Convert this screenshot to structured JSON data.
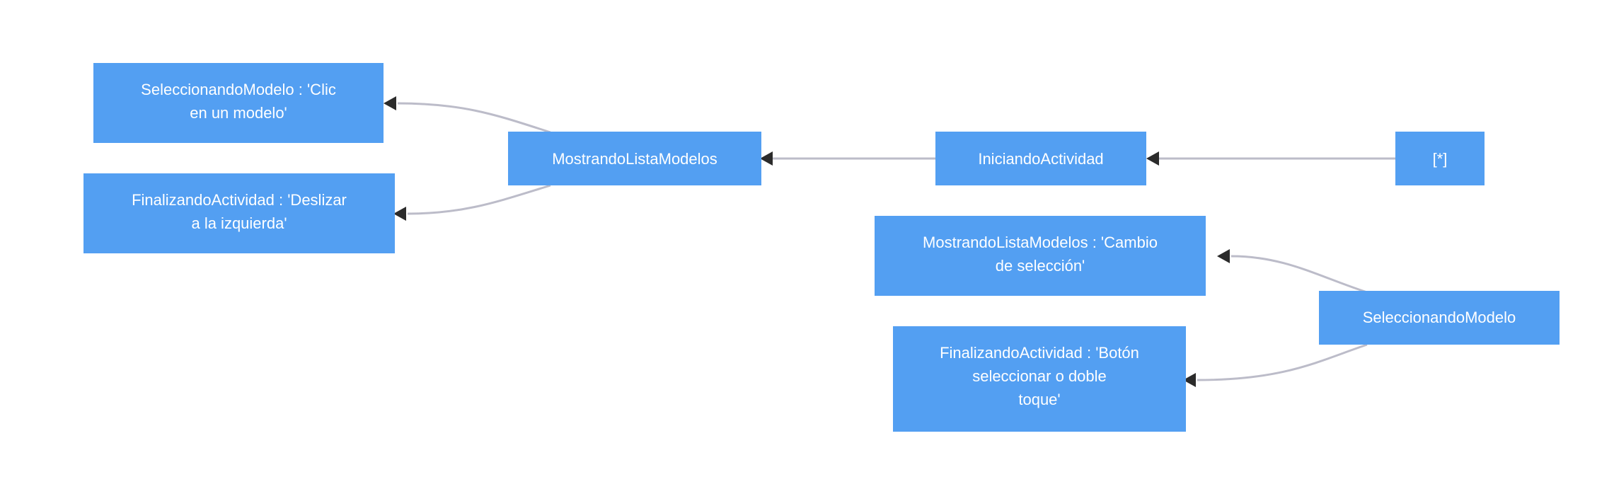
{
  "diagram": {
    "colors": {
      "node_fill": "#539ff2",
      "node_text": "#ffffff",
      "edge": "#bcbcc9",
      "arrowhead": "#2b2b2b",
      "background": "#ffffff"
    },
    "nodes": {
      "start": {
        "lines": [
          "[*]"
        ]
      },
      "iniciando": {
        "lines": [
          "IniciandoActividad"
        ]
      },
      "mostrando": {
        "lines": [
          "MostrandoListaModelos"
        ]
      },
      "sel_clic": {
        "lines": [
          "SeleccionandoModelo : 'Clic",
          "en un modelo'"
        ]
      },
      "fin_deslizar": {
        "lines": [
          "FinalizandoActividad : 'Deslizar",
          "a la izquierda'"
        ]
      },
      "seleccionando": {
        "lines": [
          "SeleccionandoModelo"
        ]
      },
      "mostrando_cambio": {
        "lines": [
          "MostrandoListaModelos : 'Cambio",
          "de selección'"
        ]
      },
      "fin_boton": {
        "lines": [
          "FinalizandoActividad : 'Botón",
          "seleccionar o doble",
          "toque'"
        ]
      }
    },
    "edges": [
      {
        "from": "start",
        "to": "iniciando"
      },
      {
        "from": "iniciando",
        "to": "mostrando"
      },
      {
        "from": "mostrando",
        "to": "sel_clic"
      },
      {
        "from": "mostrando",
        "to": "fin_deslizar"
      },
      {
        "from": "seleccionando",
        "to": "mostrando_cambio"
      },
      {
        "from": "seleccionando",
        "to": "fin_boton"
      }
    ]
  }
}
